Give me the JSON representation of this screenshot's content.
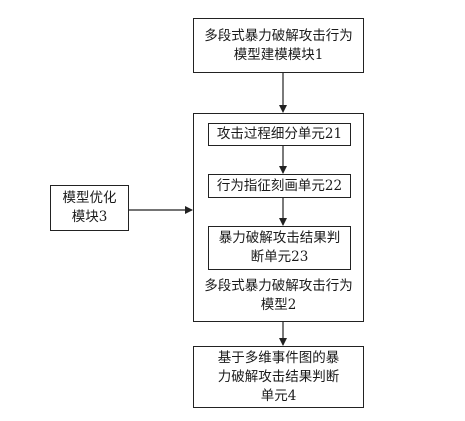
{
  "diagram": {
    "top_box": "多段式暴力破解攻击行为\n模型建模模块1",
    "unit21": "攻击过程细分单元21",
    "unit22": "行为指征刻画单元22",
    "unit23": "暴力破解攻击结果判\n断单元23",
    "model2": "多段式暴力破解攻击行为\n模型2",
    "optimize_box": "模型优化\n模块3",
    "bottom_box": "基于多维事件图的暴\n力破解攻击结果判断\n单元4"
  }
}
